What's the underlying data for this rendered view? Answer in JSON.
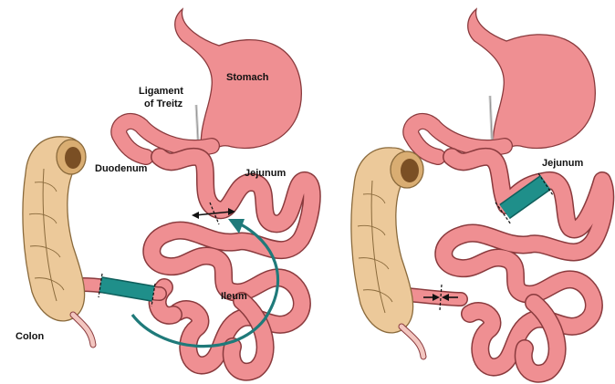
{
  "labels": {
    "stomach": "Stomach",
    "ligament_line1": "Ligament",
    "ligament_line2": "of Treitz",
    "duodenum": "Duodenum",
    "jejunum_left": "Jejunum",
    "ileum": "Ileum",
    "colon": "Colon",
    "jejunum_right": "Jejunum"
  },
  "colors": {
    "intestine_fill": "#ef8f92",
    "intestine_outline": "#8a3a3d",
    "colon_fill": "#ecc99a",
    "colon_outline": "#8a6a3c",
    "segment_fill": "#1f8f8a",
    "arrow": "#1f7a7a"
  }
}
